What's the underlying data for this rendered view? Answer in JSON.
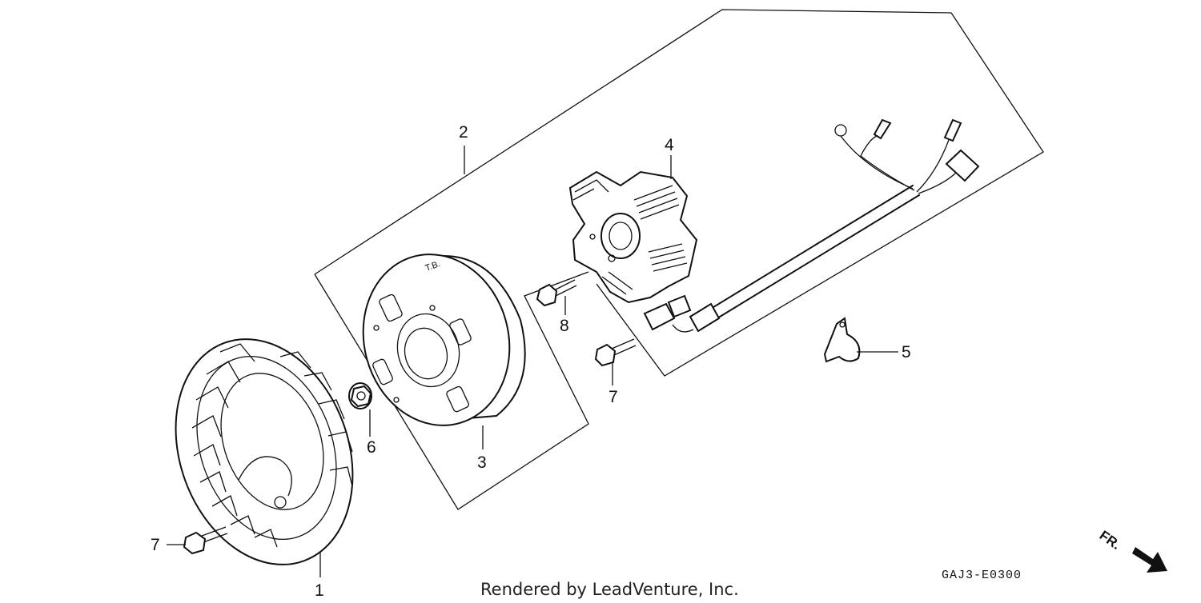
{
  "diagram": {
    "callouts": {
      "c1": "1",
      "c2": "2",
      "c3": "3",
      "c4": "4",
      "c5": "5",
      "c6": "6",
      "c7a": "7",
      "c7b": "7",
      "c8": "8"
    },
    "part_code": "GAJ3-E0300",
    "credit": "Rendered by LeadVenture, Inc.",
    "direction_label": "FR."
  }
}
